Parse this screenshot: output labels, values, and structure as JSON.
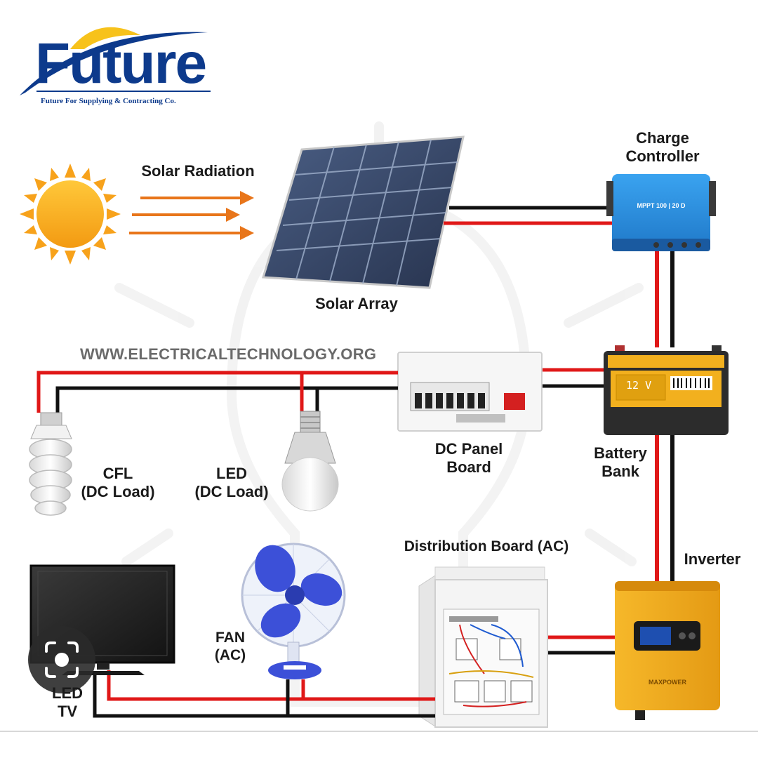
{
  "brand": {
    "name": "Future",
    "tagline": "Future For Supplying & Contracting Co."
  },
  "watermark": "WWW.ELECTRICALTECHNOLOGY.ORG",
  "labels": {
    "solar_radiation": "Solar Radiation",
    "solar_array": "Solar Array",
    "charge_controller": "Charge\nController",
    "battery_bank": "Battery\nBank",
    "dc_panel": "DC Panel\nBoard",
    "cfl": "CFL\n(DC Load)",
    "led": "LED\n(DC Load)",
    "inverter": "Inverter",
    "distribution": "Distribution Board (AC)",
    "fan": "FAN\n(AC)",
    "tv": "LED\nTV"
  },
  "device_text": {
    "battery_voltage": "12 V",
    "controller_model": "MPPT 100 | 20 D",
    "inverter_brand": "MAXPOWER"
  },
  "colors": {
    "brand_blue": "#0d3a8c",
    "sun_orange": "#f7a21b",
    "arrow_orange": "#e8751a",
    "wire_red": "#e01818",
    "wire_black": "#111111",
    "controller_blue": "#2a8ee0",
    "inverter_yellow": "#f2b01e"
  },
  "icons": [
    "sun-icon",
    "camera-lens-icon"
  ]
}
